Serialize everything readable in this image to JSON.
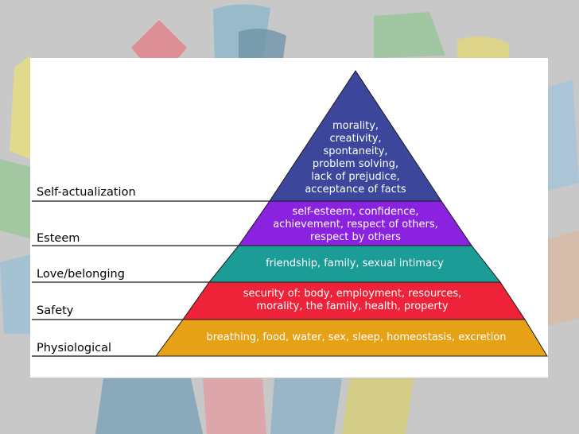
{
  "diagram": {
    "levels": [
      {
        "label": "Self-actualization",
        "lines": [
          "morality,",
          "creativity,",
          "spontaneity,",
          "problem solving,",
          "lack of prejudice,",
          "acceptance of facts"
        ],
        "color": "#3c479c"
      },
      {
        "label": "Esteem",
        "lines": [
          "self-esteem, confidence,",
          "achievement, respect of others,",
          "respect by others"
        ],
        "color": "#8a22e0"
      },
      {
        "label": "Love/belonging",
        "lines": [
          "friendship, family, sexual intimacy"
        ],
        "color": "#1b9c96"
      },
      {
        "label": "Safety",
        "lines": [
          "security of: body, employment, resources,",
          "morality, the family, health, property"
        ],
        "color": "#ee2238"
      },
      {
        "label": "Physiological",
        "lines": [
          "breathing, food, water, sex, sleep, homeostasis, excretion"
        ],
        "color": "#e6a117"
      }
    ]
  }
}
